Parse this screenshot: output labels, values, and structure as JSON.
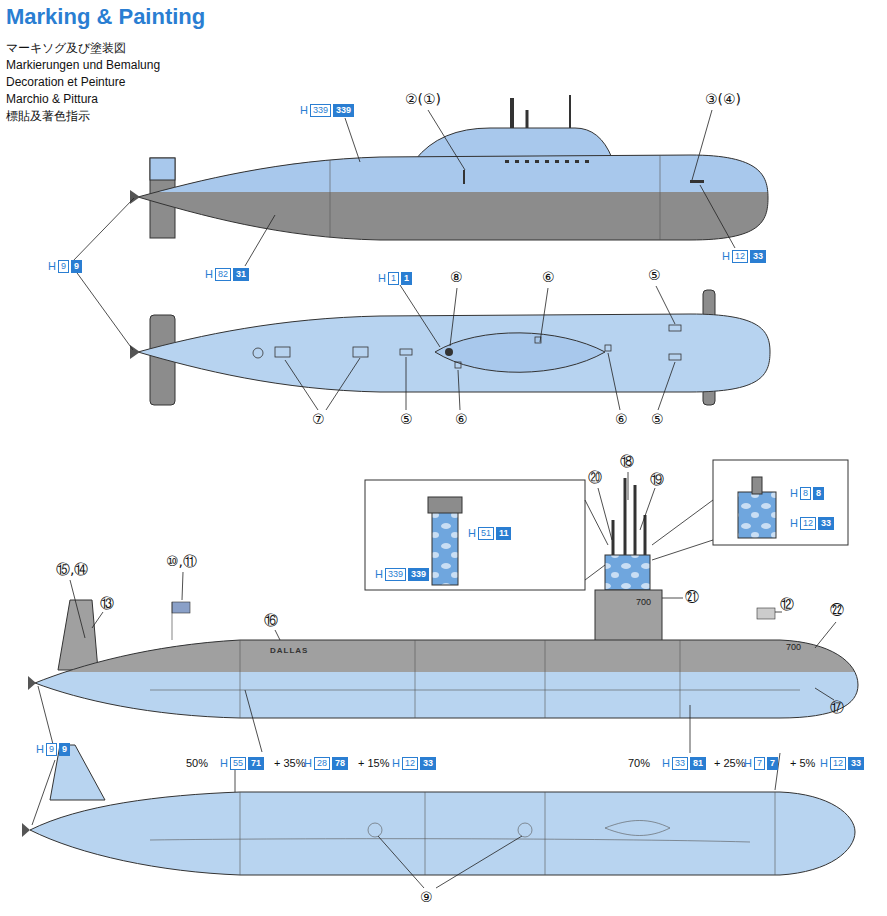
{
  "diagram": {
    "title": "Marking & Painting",
    "labels": [
      "マーキソグ及び塗装図",
      "Markierungen und Bemalung",
      "Decoration et Peinture",
      "Marchio & Pittura",
      "標貼及著色指示",
      "②(①)",
      "③(④)",
      "H",
      "339",
      "339",
      "H",
      "12",
      "33",
      "H",
      "82",
      "31",
      "H",
      "9",
      "9",
      "H",
      "1",
      "1",
      "⑧",
      "⑥",
      "⑤",
      "⑦",
      "⑤",
      "⑥",
      "⑥",
      "⑤",
      "⑳",
      "⑱",
      "⑲",
      "H",
      "51",
      "11",
      "H",
      "339",
      "339",
      "H",
      "8",
      "8",
      "H",
      "12",
      "33",
      "⑮,⑭",
      "⑩,⑪",
      "⑬",
      "⑯",
      "⑫",
      "㉑",
      "700",
      "㉒",
      "700",
      "⑰",
      "DALLAS",
      "H",
      "9",
      "9",
      "50%",
      "H",
      "55",
      "71",
      "+ 35%",
      "H",
      "28",
      "78",
      "+ 15%",
      "H",
      "12",
      "33",
      "70%",
      "H",
      "33",
      "81",
      "+ 25%",
      "H",
      "7",
      "7",
      "+ 5%",
      "H",
      "12",
      "33",
      "⑨"
    ]
  }
}
